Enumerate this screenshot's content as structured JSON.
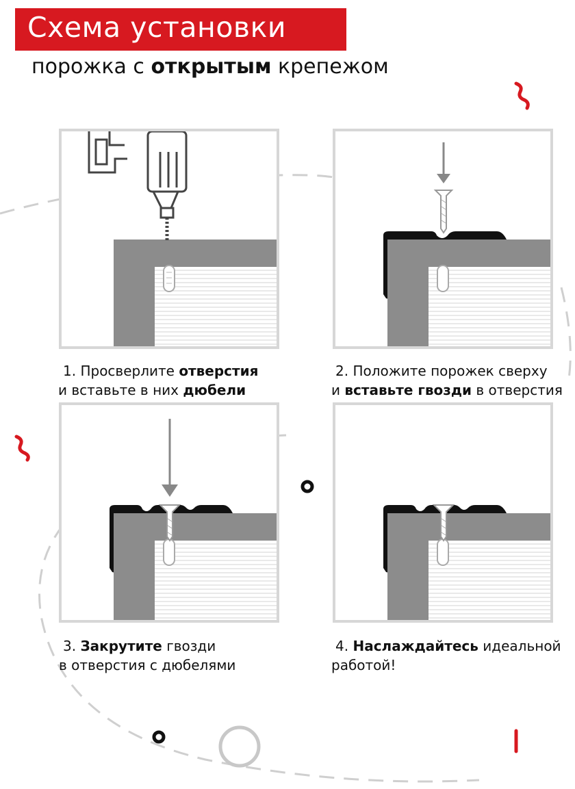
{
  "header": {
    "title": "Схема установки",
    "subtitle_pre": "порожка с ",
    "subtitle_bold": "открытым",
    "subtitle_post": " крепежом"
  },
  "steps": [
    {
      "num": "1. ",
      "pre": "Просверлите ",
      "bold": "отверстия",
      "line2_pre": "и вставьте в них ",
      "line2_bold": "дюбели",
      "line2_post": ""
    },
    {
      "num": "2. ",
      "pre": "Положите порожек сверху",
      "bold": "",
      "line2_pre": "и ",
      "line2_bold": "вставьте гвозди",
      "line2_post": " в отверстия"
    },
    {
      "num": "3. ",
      "pre": "",
      "bold": "Закрутите",
      "post": " гвозди",
      "line2_pre": "в отверстия с дюбелями",
      "line2_bold": "",
      "line2_post": ""
    },
    {
      "num": "4. ",
      "pre": "",
      "bold": "Наслаждайтесь",
      "post": " идеальной",
      "line2_pre": "работой!",
      "line2_bold": "",
      "line2_post": ""
    }
  ],
  "colors": {
    "accent": "#d71920",
    "panel_border": "#d7d7d7",
    "step_gray": "#8c8c8c",
    "threshold_black": "#111111"
  },
  "icons": [
    "drill-icon",
    "arrow-down-icon",
    "nail-icon",
    "dowel-icon"
  ]
}
